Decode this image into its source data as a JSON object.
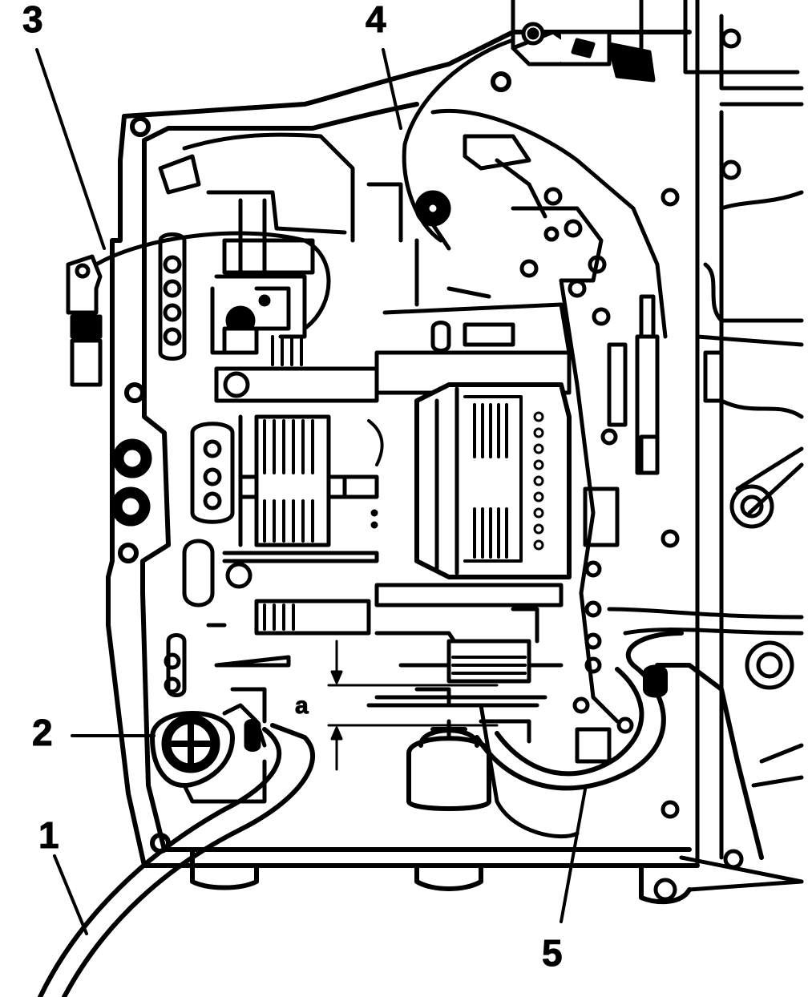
{
  "diagram": {
    "callouts": [
      {
        "id": "1",
        "text": "1"
      },
      {
        "id": "2",
        "text": "2"
      },
      {
        "id": "3",
        "text": "3"
      },
      {
        "id": "4",
        "text": "4"
      },
      {
        "id": "5",
        "text": "5"
      }
    ],
    "dimension": {
      "text": "a"
    },
    "colors": {
      "ink": "#000000",
      "paper": "#ffffff"
    }
  }
}
